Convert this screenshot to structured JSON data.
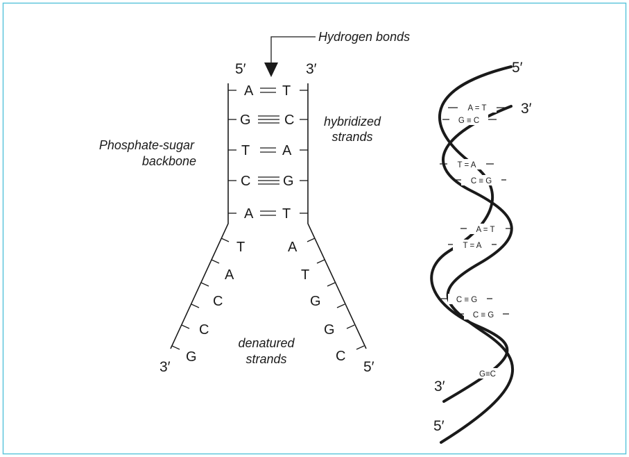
{
  "labels": {
    "hydrogen_bonds": "Hydrogen bonds",
    "backbone_line1": "Phosphate-sugar",
    "backbone_line2": "backbone",
    "hybridized_line1": "hybridized",
    "hybridized_line2": "strands",
    "denatured_line1": "denatured",
    "denatured_line2": "strands"
  },
  "ends": {
    "five_prime": "5′",
    "three_prime": "3′"
  },
  "ladder_pairs": [
    {
      "left": "A",
      "right": "T",
      "bond": "="
    },
    {
      "left": "G",
      "right": "C",
      "bond": "≡"
    },
    {
      "left": "T",
      "right": "A",
      "bond": "="
    },
    {
      "left": "C",
      "right": "G",
      "bond": "≡"
    },
    {
      "left": "A",
      "right": "T",
      "bond": "="
    }
  ],
  "denatured_left_bases": [
    "T",
    "A",
    "C",
    "C",
    "G"
  ],
  "denatured_right_bases": [
    "A",
    "T",
    "G",
    "G",
    "C"
  ],
  "helix_pairs": [
    "A = T",
    "G ≡ C",
    "T = A",
    "C ≡ G",
    "A = T",
    "T = A",
    "C ≡ G",
    "C ≡ G",
    "G≡C"
  ],
  "colors": {
    "frame_border": "#5fc6dc",
    "ink": "#1a1a1a"
  }
}
